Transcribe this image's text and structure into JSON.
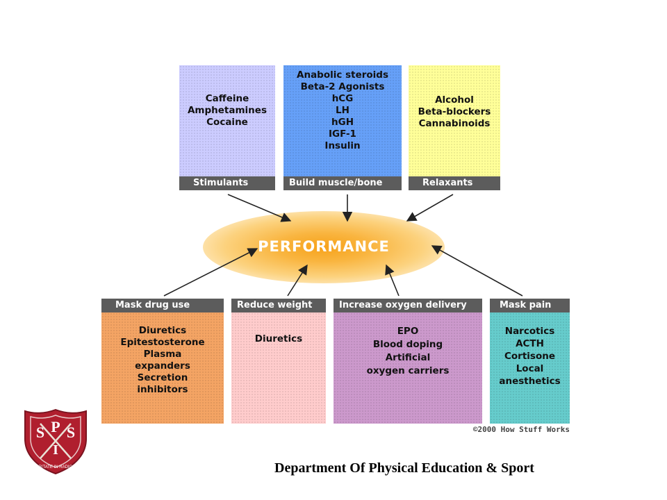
{
  "center": {
    "label": "PERFORMANCE"
  },
  "top_boxes": [
    {
      "items": "Caffeine\nAmphetamines\nCocaine",
      "category": "Stimulants",
      "color": "#ccccff"
    },
    {
      "items": "Anabolic steroids\nBeta-2 Agonists\nhCG\nLH\nhGH\nIGF-1\nInsulin",
      "category": "Build muscle/bone",
      "color": "#66a0f8"
    },
    {
      "items": "Alcohol\nBeta-blockers\nCannabinoids",
      "category": "Relaxants",
      "color": "#ffff99"
    }
  ],
  "bottom_boxes": [
    {
      "category": "Mask drug use",
      "items": "Diuretics\nEpitestosterone\nPlasma\nexpanders\nSecretion\ninhibitors",
      "color": "#f4a464"
    },
    {
      "category": "Reduce weight",
      "items": "Diuretics",
      "color": "#ffcccc"
    },
    {
      "category": "Increase oxygen delivery",
      "items": "EPO\nBlood doping\nArtificial\noxygen carriers",
      "color": "#cc99cc"
    },
    {
      "category": "Mask pain",
      "items": "Narcotics\nACTH\nCortisone\nLocal\nanesthetics",
      "color": "#66cccc"
    }
  ],
  "credit": "©2000 How Stuff Works",
  "footer": {
    "department": "Department Of Physical Education & Sport"
  },
  "crest": {
    "left_letter": "S",
    "center_letter": "P",
    "right_letter": "S",
    "bottom_letter": "I",
    "motto": "CARITATE IN RADICATI",
    "color": "#b01f2e"
  }
}
